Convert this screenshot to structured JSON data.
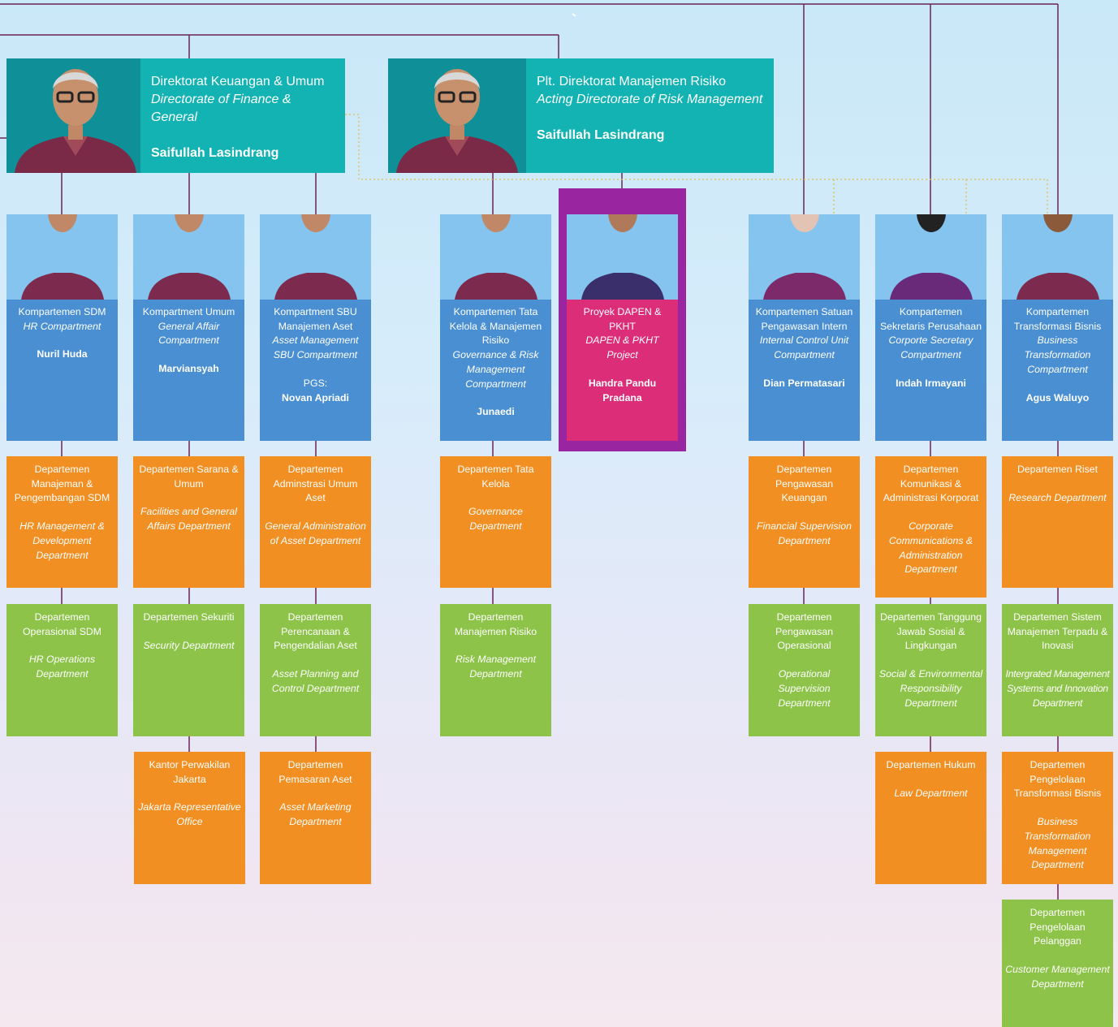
{
  "directorates": [
    {
      "title": "Direktorat Keuangan & Umum",
      "title_en": "Directorate of Finance & General",
      "name": "Saifullah Lasindrang"
    },
    {
      "title": "Plt. Direktorat Manajemen Risiko",
      "title_en": "Acting Directorate of Risk Management",
      "name": "Saifullah Lasindrang"
    }
  ],
  "compartments": [
    {
      "title": "Kompartemen SDM",
      "title_en": "HR Compartment",
      "name": "Nuril Huda"
    },
    {
      "title": "Kompartment Umum",
      "title_en": "General Affair Compartment",
      "name": "Marviansyah"
    },
    {
      "title": "Kompartment SBU Manajemen Aset",
      "title_en": "Asset Management SBU  Compartment",
      "pgs": "PGS:",
      "name": "Novan Apriadi"
    },
    {
      "title": "Kompartemen Tata Kelola & Manajemen Risiko",
      "title_en": "Governance & Risk Management Compartment",
      "name": "Junaedi"
    },
    {
      "title": "Proyek DAPEN & PKHT",
      "title_en": "DAPEN & PKHT Project",
      "name": "Handra Pandu Pradana"
    },
    {
      "title": "Kompartemen Satuan Pengawasan Intern",
      "title_en": "Internal Control Unit Compartment",
      "name": "Dian Permatasari"
    },
    {
      "title": "Kompartemen Sekretaris Perusahaan",
      "title_en": "Corporte Secretary Compartment",
      "name": "Indah Irmayani"
    },
    {
      "title": "Kompartemen Transformasi Bisnis",
      "title_en": "Business Transformation Compartment",
      "name": "Agus Waluyo"
    }
  ],
  "departments": [
    {
      "title": "Departemen Manajeman & Pengembangan SDM",
      "title_en": "HR Management & Development Department"
    },
    {
      "title": "Departemen Operasional SDM",
      "title_en": "HR Operations Department"
    },
    {
      "title": "Departemen Sarana & Umum",
      "title_en": "Facilities and General Affairs Department"
    },
    {
      "title": "Departemen Sekuriti",
      "title_en": "Security Department"
    },
    {
      "title": "Kantor Perwakilan Jakarta",
      "title_en": "Jakarta Representative Office"
    },
    {
      "title": "Departemen Adminstrasi Umum Aset",
      "title_en": "General Administration of Asset Department"
    },
    {
      "title": "Departemen Perencanaan & Pengendalian Aset",
      "title_en": "Asset Planning and Control Department"
    },
    {
      "title": "Departemen Pemasaran Aset",
      "title_en": "Asset Marketing Department"
    },
    {
      "title": "Departemen Tata Kelola",
      "title_en": "Governance Department"
    },
    {
      "title": "Departemen Manajemen Risiko",
      "title_en": "Risk Management Department"
    },
    {
      "title": "Departemen Pengawasan Keuangan",
      "title_en": "Financial Supervision Department"
    },
    {
      "title": "Departemen Pengawasan Operasional",
      "title_en": "Operational Supervision Department"
    },
    {
      "title": "Departemen Komunikasi & Administrasi Korporat",
      "title_en": "Corporate Communications & Administration Department"
    },
    {
      "title": "Departemen Tanggung Jawab Sosial  & Lingkungan",
      "title_en": "Social & Environmental Responsibility Department"
    },
    {
      "title": "Departemen Hukum",
      "title_en": "Law Department"
    },
    {
      "title": "Departemen Riset",
      "title_en": "Research Department"
    },
    {
      "title": "Departemen Sistem Manajemen Terpadu & Inovasi",
      "title_en": "Intergrated Management Systems and Innovation Department"
    },
    {
      "title": "Departemen Pengelolaan Transformasi Bisnis",
      "title_en": "Business Transformation Management Department"
    },
    {
      "title": "Departemen Pengelolaan Pelanggan",
      "title_en": "Customer Management Department"
    }
  ],
  "colors": {
    "directorate": "#14b3b3",
    "compartment": "#4a8fd2",
    "project": "#dc2e78",
    "project_frame": "#9a25a0",
    "dept_orange": "#f28f22",
    "dept_green": "#8cc348",
    "connector": "#6b2456",
    "dotted": "#e0c04a"
  }
}
